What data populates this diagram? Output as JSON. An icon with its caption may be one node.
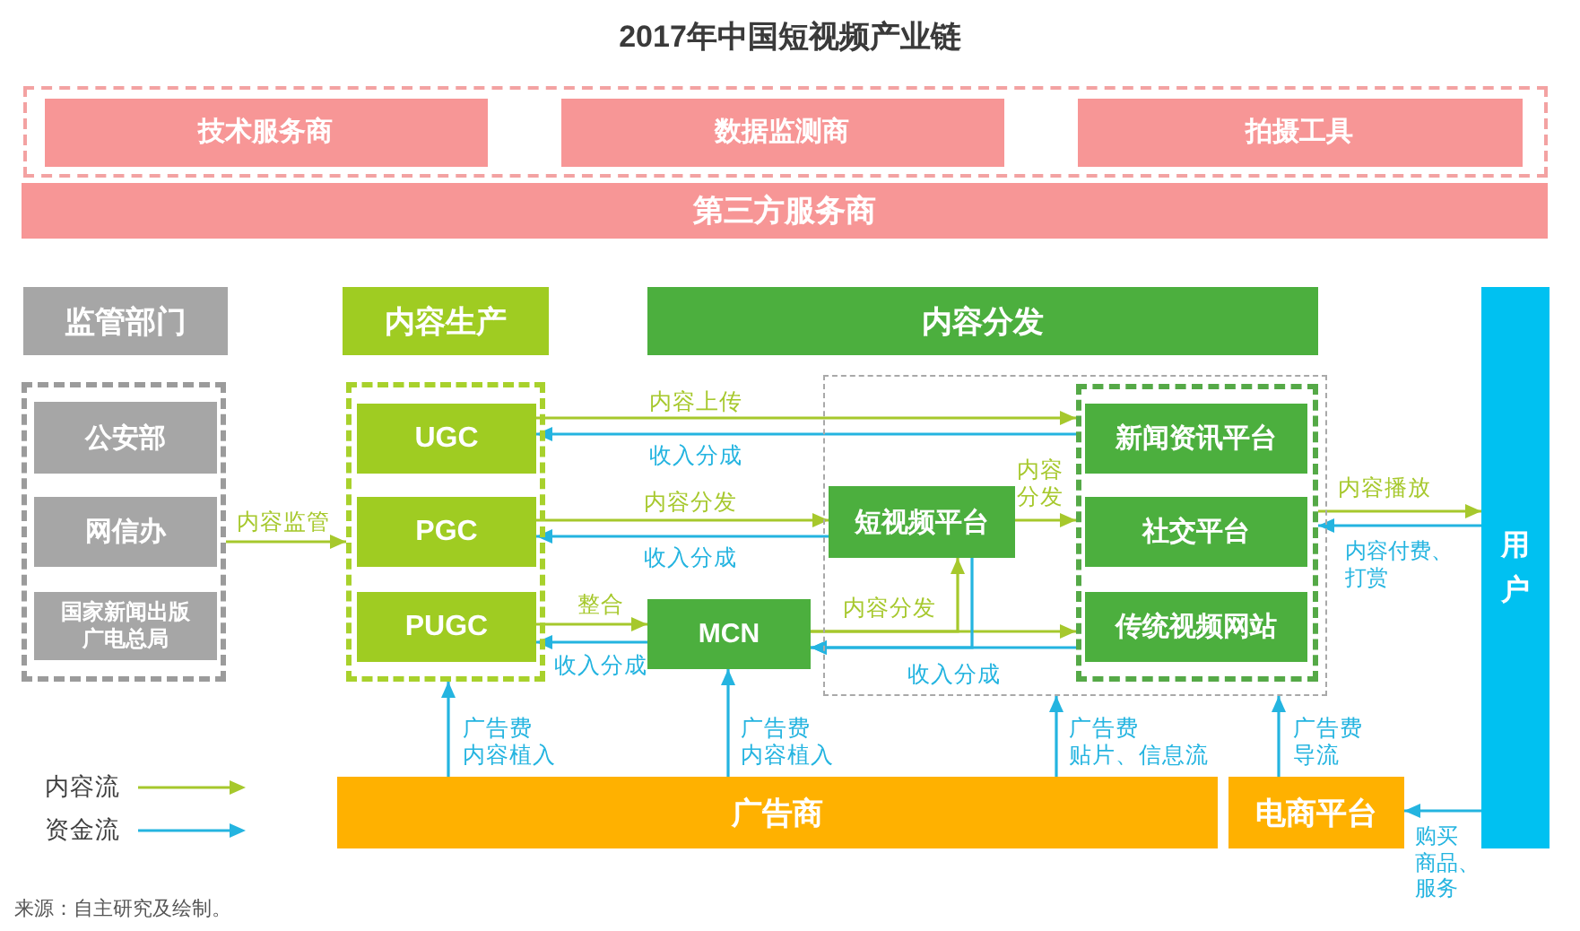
{
  "diagram": {
    "title": "2017年中国短视频产业链",
    "nodes": [
      {
        "text": [],
        "shape": "box"
      },
      {
        "text": [
          "技术服务商"
        ],
        "in": 0
      },
      {
        "text": [
          "数据监测商"
        ],
        "in": 0
      },
      {
        "text": [
          "拍摄工具"
        ],
        "in": 0
      },
      {
        "text": [
          "第三方服务商"
        ]
      },
      {
        "text": [
          "监管部门"
        ]
      },
      {
        "text": [
          "内容生产"
        ]
      },
      {
        "text": [
          "内容分发"
        ]
      },
      {
        "text": [
          "用户"
        ]
      },
      {
        "text": [],
        "shape": "box"
      },
      {
        "text": [
          "公安部"
        ],
        "in": 9
      },
      {
        "text": [
          "网信办"
        ],
        "in": 9
      },
      {
        "text": [
          "国家新闻出版广电总局"
        ],
        "in": 9
      },
      {
        "text": [],
        "shape": "box"
      },
      {
        "text": [
          "UGC"
        ],
        "in": 13
      },
      {
        "text": [
          "PGC"
        ],
        "in": 13
      },
      {
        "text": [
          "PUGC"
        ],
        "in": 13
      },
      {
        "text": [],
        "shape": "box"
      },
      {
        "text": [
          "短视频平台"
        ],
        "in": 17
      },
      {
        "text": [],
        "shape": "box",
        "in": 17
      },
      {
        "text": [
          "新闻资讯平台"
        ],
        "in": 19
      },
      {
        "text": [
          "社交平台"
        ],
        "in": 19
      },
      {
        "text": [
          "传统视频网站"
        ],
        "in": 19
      },
      {
        "text": [
          "MCN"
        ]
      },
      {
        "text": [
          "广告商"
        ]
      },
      {
        "text": [
          "电商平台"
        ]
      }
    ],
    "edges": [
      {
        "from": 9,
        "to": 13,
        "arrow": "to",
        "label": "内容监管",
        "color": "#a6c82c"
      },
      {
        "from": 14,
        "to": 19,
        "arrow": "to",
        "label": "内容上传",
        "color": "#a6c82c"
      },
      {
        "from": 19,
        "to": 14,
        "arrow": "to",
        "label": "收入分成",
        "color": "#24b4e0"
      },
      {
        "from": 15,
        "to": 18,
        "arrow": "to",
        "label": "内容分发",
        "color": "#a6c82c"
      },
      {
        "from": 18,
        "to": 15,
        "arrow": "to",
        "label": "收入分成",
        "color": "#24b4e0"
      },
      {
        "from": 16,
        "to": 23,
        "arrow": "to",
        "label": "整合",
        "color": "#a6c82c"
      },
      {
        "from": 23,
        "to": 16,
        "arrow": "to",
        "label": "收入分成",
        "color": "#24b4e0"
      },
      {
        "from": 18,
        "to": 19,
        "arrow": "to",
        "label": "内容分发",
        "color": "#a6c82c"
      },
      {
        "from": 23,
        "to": 19,
        "arrow": "to",
        "label": "内容分发",
        "color": "#a6c82c"
      },
      {
        "from": 23,
        "to": 18,
        "arrow": "to",
        "color": "#a6c82c"
      },
      {
        "from": 19,
        "to": 23,
        "arrow": "to",
        "label": "收入分成",
        "color": "#24b4e0"
      },
      {
        "from": 18,
        "to": 23,
        "arrow": "to",
        "color": "#24b4e0"
      },
      {
        "from": 19,
        "to": 8,
        "arrow": "to",
        "label": "内容播放",
        "color": "#a6c82c"
      },
      {
        "from": 8,
        "to": 19,
        "arrow": "to",
        "label": "内容付费、打赏",
        "color": "#24b4e0"
      },
      {
        "from": 24,
        "to": 13,
        "arrow": "to",
        "label": "广告费内容植入",
        "color": "#24b4e0"
      },
      {
        "from": 24,
        "to": 23,
        "arrow": "to",
        "label": "广告费内容植入",
        "color": "#24b4e0"
      },
      {
        "from": 24,
        "to": 17,
        "arrow": "to",
        "label": "广告费贴片、信息流",
        "color": "#24b4e0"
      },
      {
        "from": 25,
        "to": 17,
        "arrow": "to",
        "label": "广告费导流",
        "color": "#24b4e0"
      },
      {
        "from": 8,
        "to": 25,
        "arrow": "to",
        "label": "购买商品、服务",
        "color": "#24b4e0"
      }
    ],
    "labels": [
      "来源：自主研究及绘制。"
    ],
    "legend": [
      {
        "text": "内容流"
      },
      {
        "text": "资金流"
      }
    ]
  }
}
